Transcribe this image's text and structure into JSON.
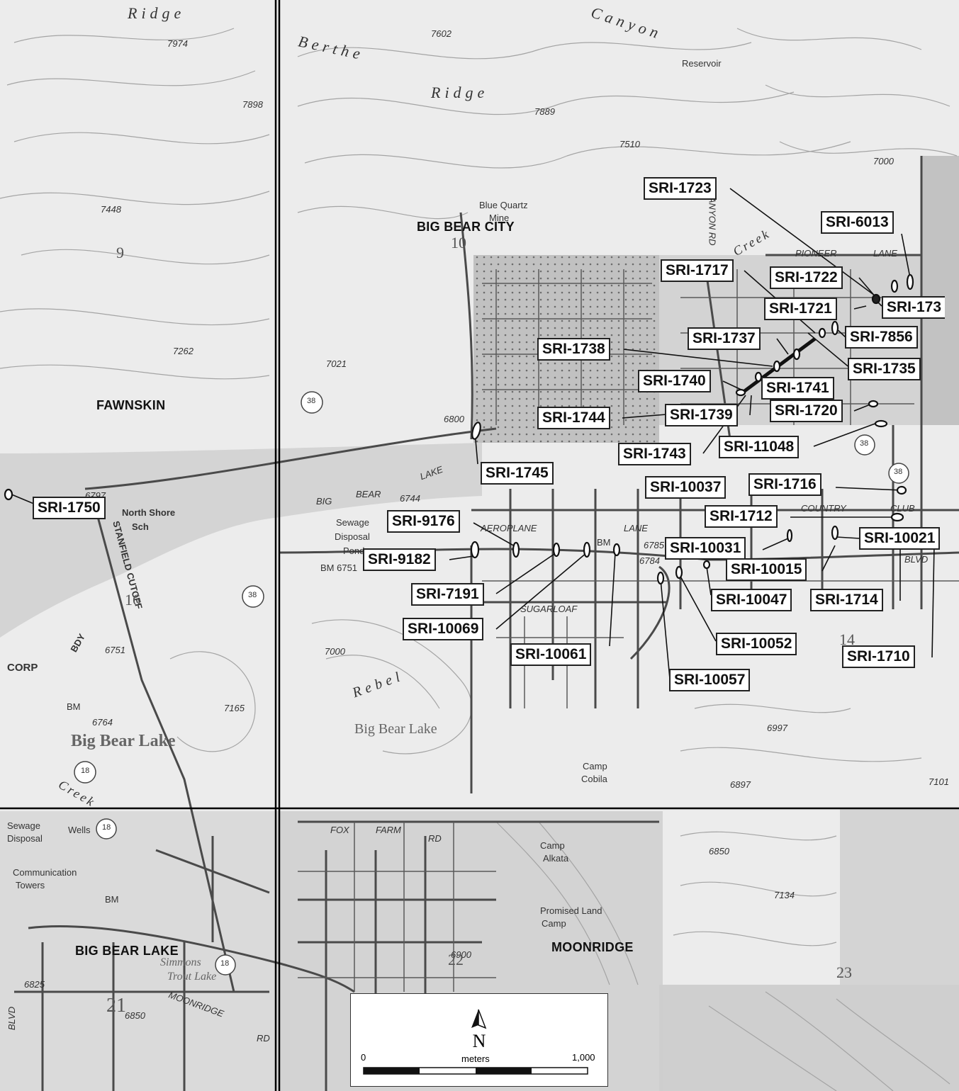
{
  "places": {
    "big_bear_city": "BIG BEAR CITY",
    "fawnskin": "FAWNSKIN",
    "big_bear_lake": "BIG BEAR LAKE",
    "moonridge": "MOONRIDGE",
    "big_bear_lake_script": "Big Bear Lake",
    "big_bear_lake_script2": "Big Bear Lake",
    "ridge_top": "Ridge",
    "berthe": "Berthe",
    "ridge2": "Ridge",
    "canyon": "Canyon",
    "rebel": "Rebel",
    "big": "BIG",
    "bear": "BEAR",
    "lake": "LAKE",
    "reservoir": "Reservoir",
    "sewage_1": "Sewage",
    "sewage_2": "Disposal",
    "sewage_3": "Pond",
    "north_shore": "North Shore",
    "sch": "Sch",
    "stanfield": "STANFIELD CUTOFF",
    "aeroplane": "AEROPLANE",
    "lane": "LANE",
    "pioneer": "PIONEER",
    "lane2": "LANE",
    "country": "COUNTRY",
    "club": "CLUB",
    "sugarloaf": "SUGARLOAF",
    "fox": "FOX",
    "farm": "FARM",
    "rd": "RD",
    "moonridge_rd": "MOONRIDGE",
    "rd2": "RD",
    "camp_cobila_1": "Camp",
    "camp_cobila_2": "Cobila",
    "camp_alkata_1": "Camp",
    "camp_alkata_2": "Alkata",
    "promised_1": "Promised Land",
    "promised_2": "Camp",
    "wells": "Wells",
    "comm_1": "Communication",
    "comm_2": "Towers",
    "sewage_b1": "Sewage",
    "sewage_b2": "Disposal",
    "trout_lake": "Trout Lake",
    "simmons": "Simmons",
    "corp": "CORP",
    "bdy": "BDY",
    "blue_quartz_1": "Blue Quartz",
    "blue_quartz_2": "Mine",
    "creek": "Creek",
    "creek2": "Creek",
    "canyon_rd": "CANYON RD",
    "blvd": "BLVD",
    "blvd2": "BLVD",
    "bm": "BM",
    "bm2": "BM",
    "bm3": "BM",
    "bm6751": "BM 6751"
  },
  "elevations": [
    "7974",
    "7602",
    "7898",
    "7889",
    "7510",
    "7448",
    "7262",
    "7021",
    "6800",
    "6744",
    "6797",
    "6825",
    "6850",
    "7165",
    "6764",
    "6751",
    "6784",
    "6997",
    "6897",
    "7134",
    "7101",
    "7000",
    "7000",
    "6850",
    "6900",
    "6785"
  ],
  "section_numbers": [
    "9",
    "10",
    "16",
    "21",
    "22",
    "23",
    "14"
  ],
  "route_numbers": [
    "38",
    "38",
    "18",
    "18",
    "38",
    "38",
    "18"
  ],
  "site_labels": [
    "SRI-1723",
    "SRI-6013",
    "SRI-1717",
    "SRI-1722",
    "SRI-1721",
    "SRI-173",
    "SRI-1737",
    "SRI-7856",
    "SRI-1738",
    "SRI-1735",
    "SRI-1740",
    "SRI-1741",
    "SRI-1720",
    "SRI-1744",
    "SRI-1739",
    "SRI-1743",
    "SRI-11048",
    "SRI-1745",
    "SRI-10037",
    "SRI-1716",
    "SRI-1750",
    "SRI-9176",
    "SRI-1712",
    "SRI-10021",
    "SRI-9182",
    "SRI-10031",
    "SRI-10015",
    "SRI-7191",
    "SRI-10047",
    "SRI-1714",
    "SRI-10069",
    "SRI-10052",
    "SRI-10061",
    "SRI-1710",
    "SRI-10057"
  ],
  "scale": {
    "north": "N",
    "start": "0",
    "end": "1,000",
    "unit": "meters"
  },
  "colors": {
    "lake": "#d2d2d2",
    "land": "#ebebeb",
    "developed": "#bdbdbd",
    "road": "#444444",
    "contour": "#9a9a9a"
  }
}
